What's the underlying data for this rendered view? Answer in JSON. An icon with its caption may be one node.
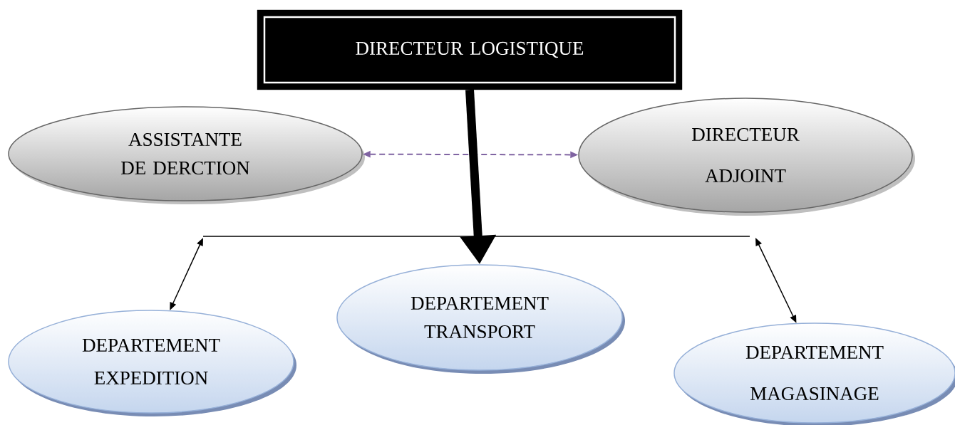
{
  "diagram": {
    "nodes": [
      {
        "text": [
          "DIRECTEUR LOGISTIQUE"
        ]
      },
      {
        "text": [
          "ASSISTANTE DE DERCTION"
        ]
      },
      {
        "text": [
          "DIRECTEUR ADJOINT"
        ]
      },
      {
        "text": [
          "DEPARTEMENT EXPEDITION"
        ]
      },
      {
        "text": [
          "DEPARTEMENT TRANSPORT"
        ]
      },
      {
        "text": [
          "DEPARTEMENT MAGASINAGE"
        ]
      }
    ],
    "edges": [
      {
        "from": 1,
        "to": 2,
        "arrow": "both",
        "style": "dashed",
        "color": "#8064a2"
      },
      {
        "from": 0,
        "to": 4,
        "arrow": "to",
        "style": "thick"
      },
      {
        "from": null,
        "to": 3,
        "arrow": "both"
      },
      {
        "from": null,
        "to": 5,
        "arrow": "both"
      }
    ]
  }
}
